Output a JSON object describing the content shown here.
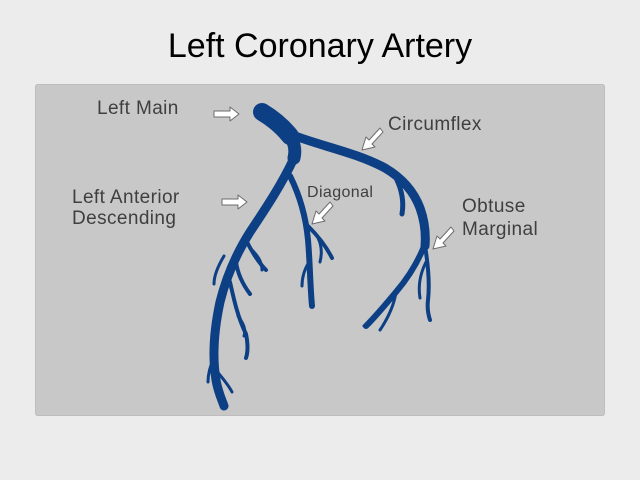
{
  "slide": {
    "title": "Left Coronary Artery"
  },
  "labels": {
    "left_main": "Left Main",
    "circumflex": "Circumflex",
    "lad_line1": "Left Anterior",
    "lad_line2": "Descending",
    "diagonal": "Diagonal",
    "obtuse_line1": "Obtuse",
    "obtuse_line2": "Marginal"
  },
  "colors": {
    "artery": "#0d3f85",
    "panel": "#c8c8c8",
    "background": "#ececec",
    "label_text": "#3f3f3f"
  }
}
